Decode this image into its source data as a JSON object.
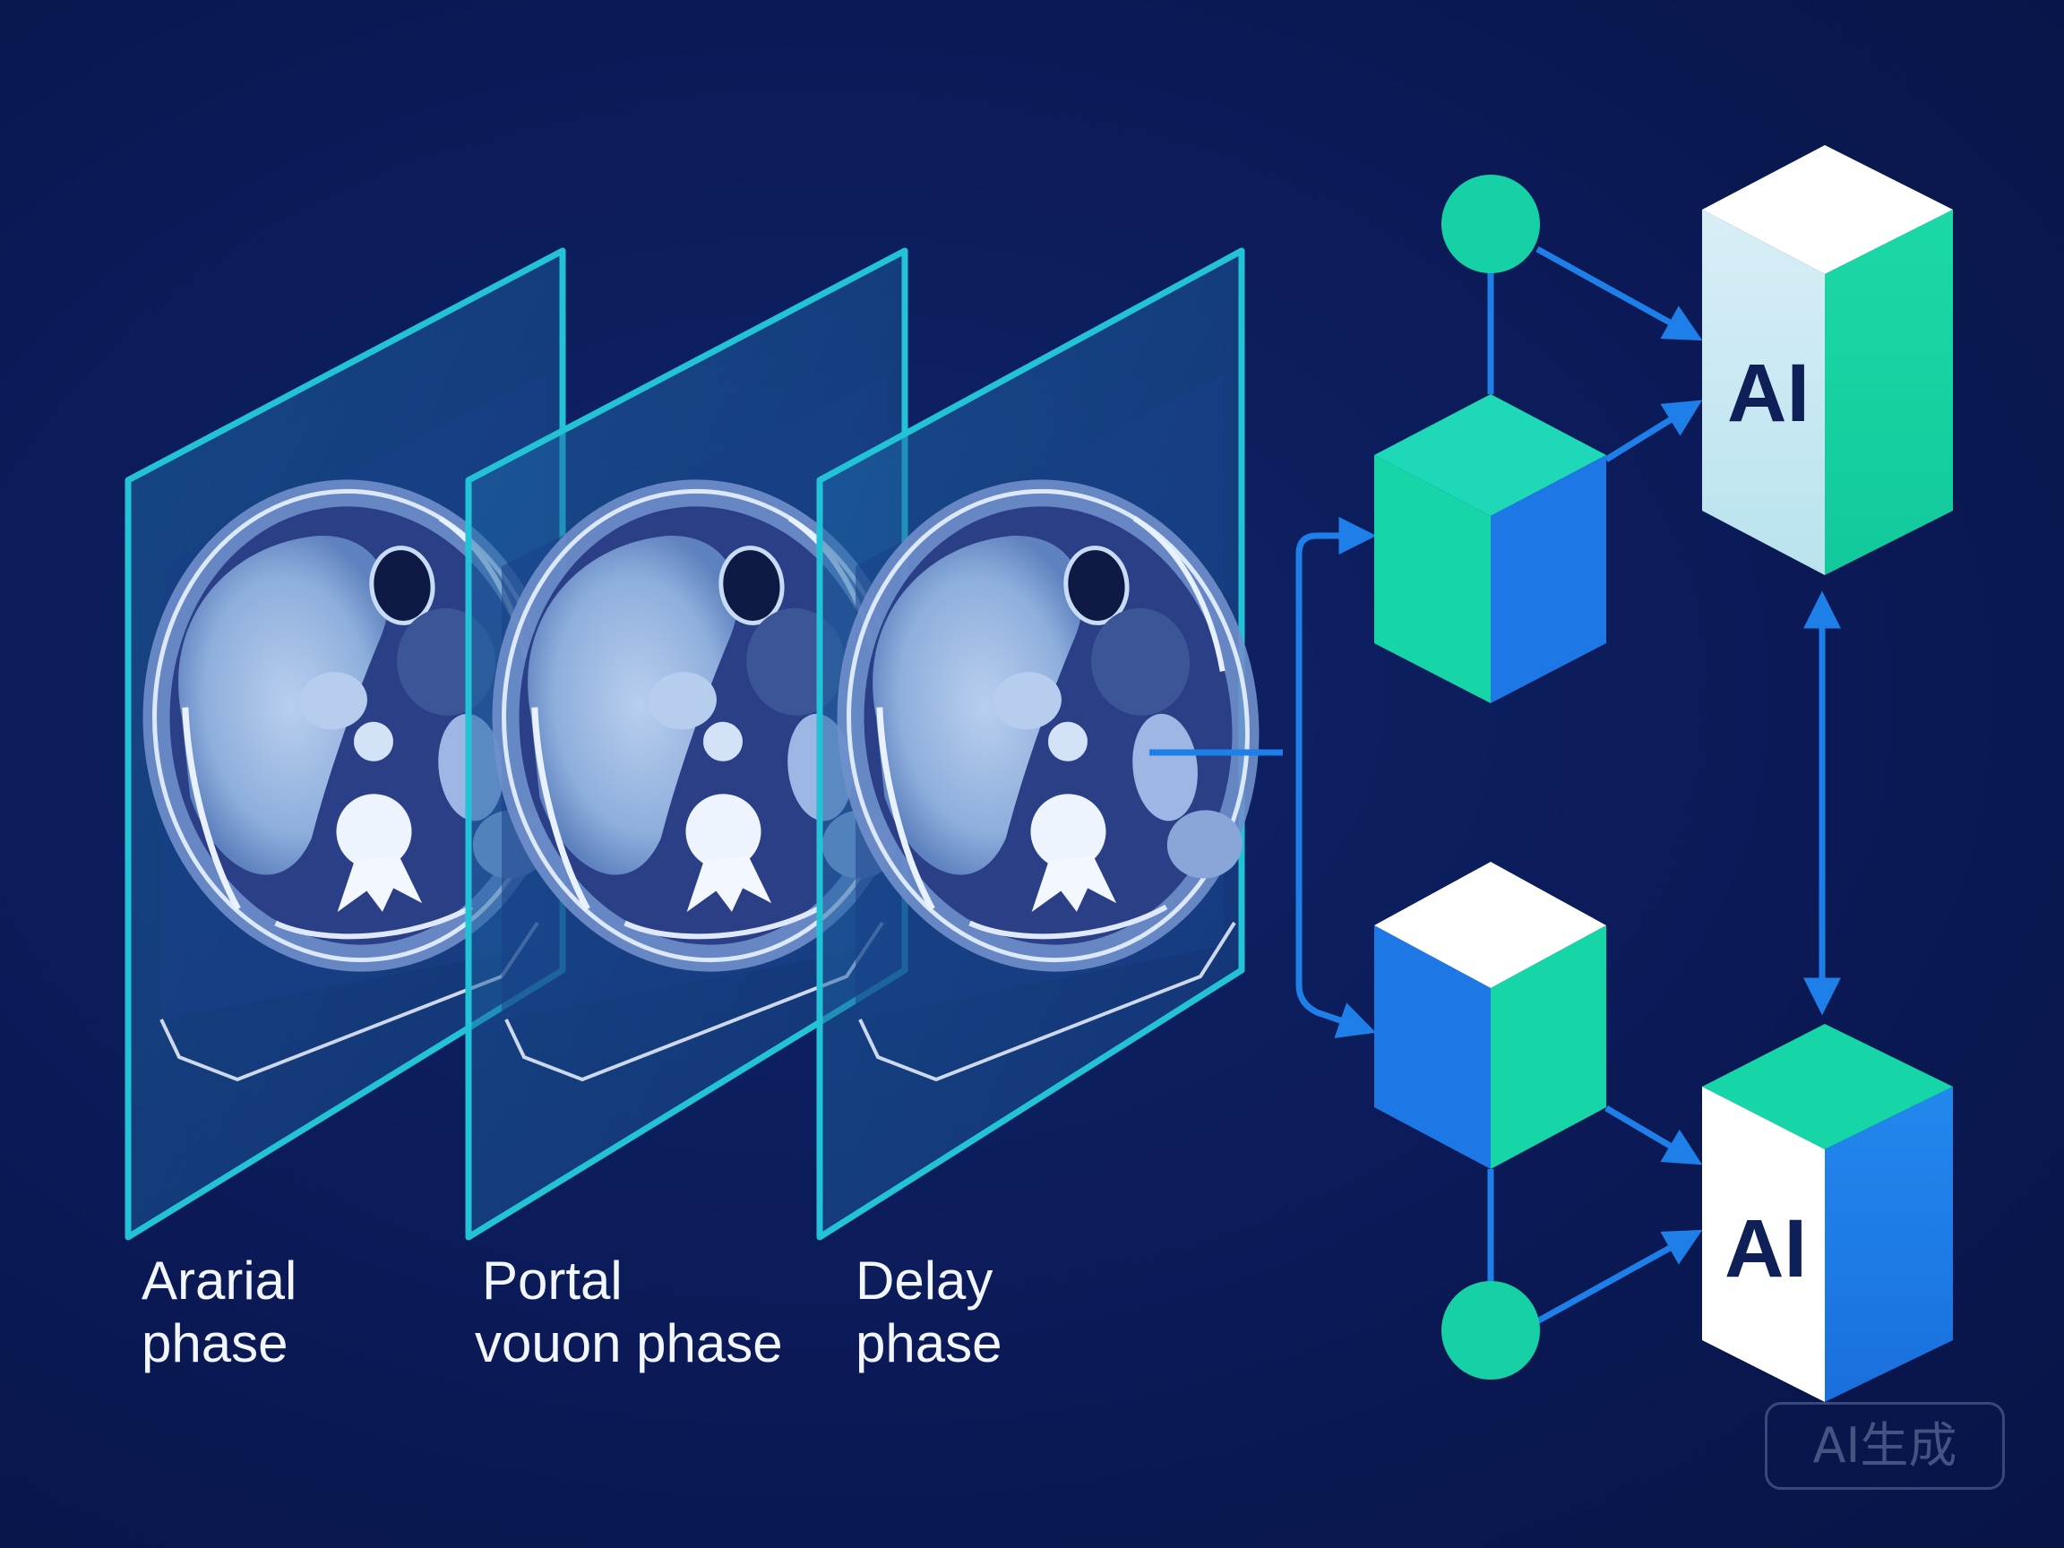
{
  "phases": [
    {
      "id": "arterial",
      "label_line1": "Ararial",
      "label_line2": "phase"
    },
    {
      "id": "portal",
      "label_line1": "Portal",
      "label_line2": "vouon phase"
    },
    {
      "id": "delay",
      "label_line1": "Delay",
      "label_line2": "phase"
    }
  ],
  "ai_boxes": {
    "top_label": "AI",
    "bottom_label": "AI"
  },
  "watermark": "AI生成",
  "colors": {
    "background": "#0b1a55",
    "panel_border": "#22c3d6",
    "arrow": "#1f7fe8",
    "node": "#16d1a6",
    "cube_green": "#16d6a8",
    "cube_blue": "#1d78e6",
    "ai_text": "#0f1f57",
    "label_text": "#f2f6ff"
  }
}
